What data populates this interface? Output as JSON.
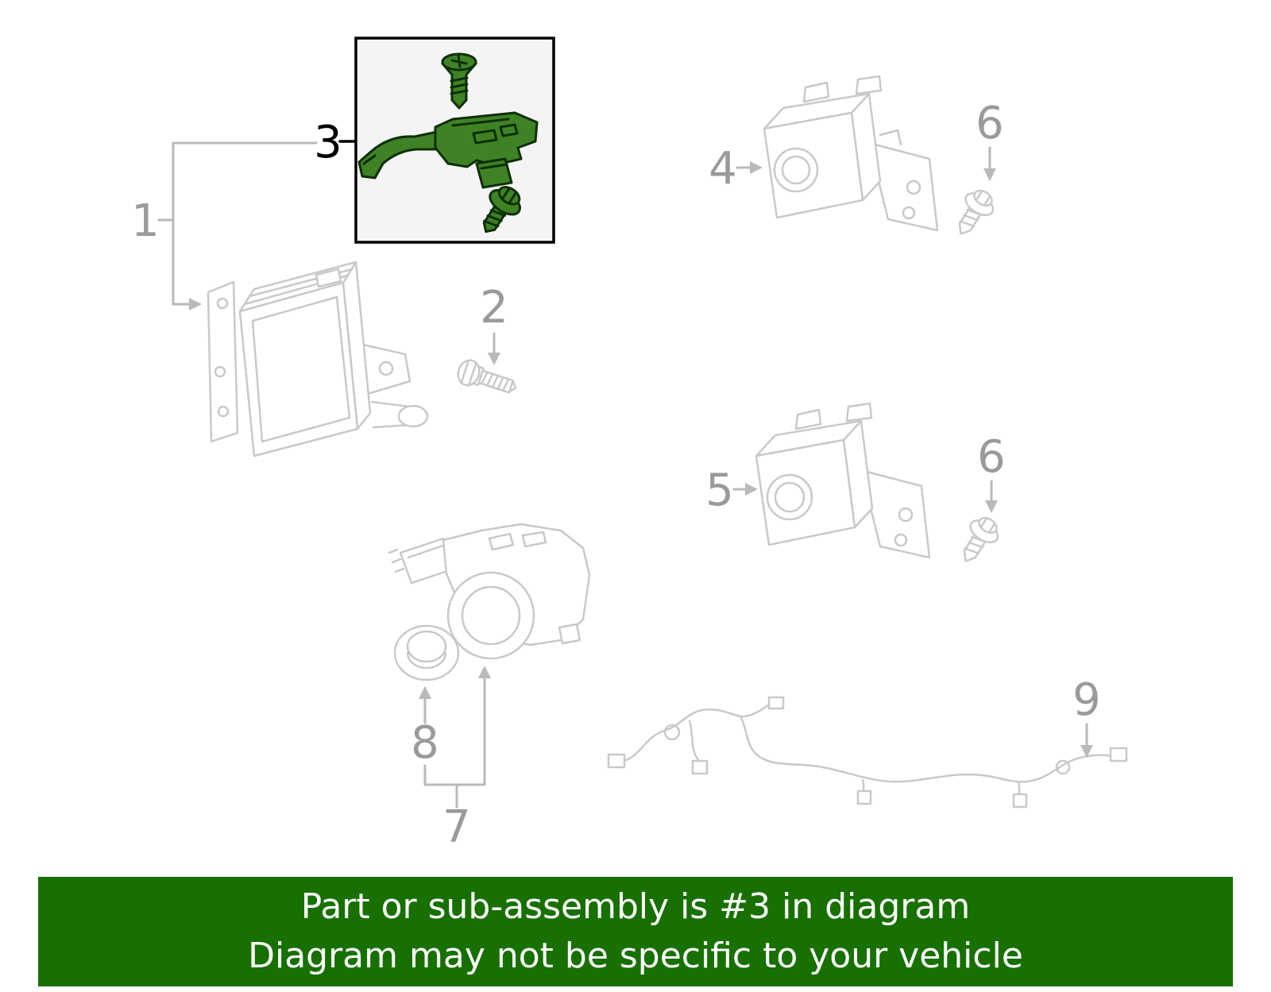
{
  "figure": {
    "line_color": "#c9c9c9",
    "leader_color": "#b9b9b9",
    "callout_color": "#9a9a9a",
    "highlight_fill": "#3f8226",
    "highlight_outline": "#0d2f05",
    "highlight_box_bg": "#f4f4f4",
    "highlight_box_border": "#000000"
  },
  "callouts": {
    "n1": "1",
    "n2": "2",
    "n3": "3",
    "n4": "4",
    "n5": "5",
    "n6a": "6",
    "n6b": "6",
    "n7": "7",
    "n8": "8",
    "n9": "9"
  },
  "banner": {
    "bg_color": "#177000",
    "text_color": "#ffffff",
    "line1": "Part or sub-assembly is #3 in diagram",
    "line2": "Diagram may not be specific to your vehicle"
  }
}
